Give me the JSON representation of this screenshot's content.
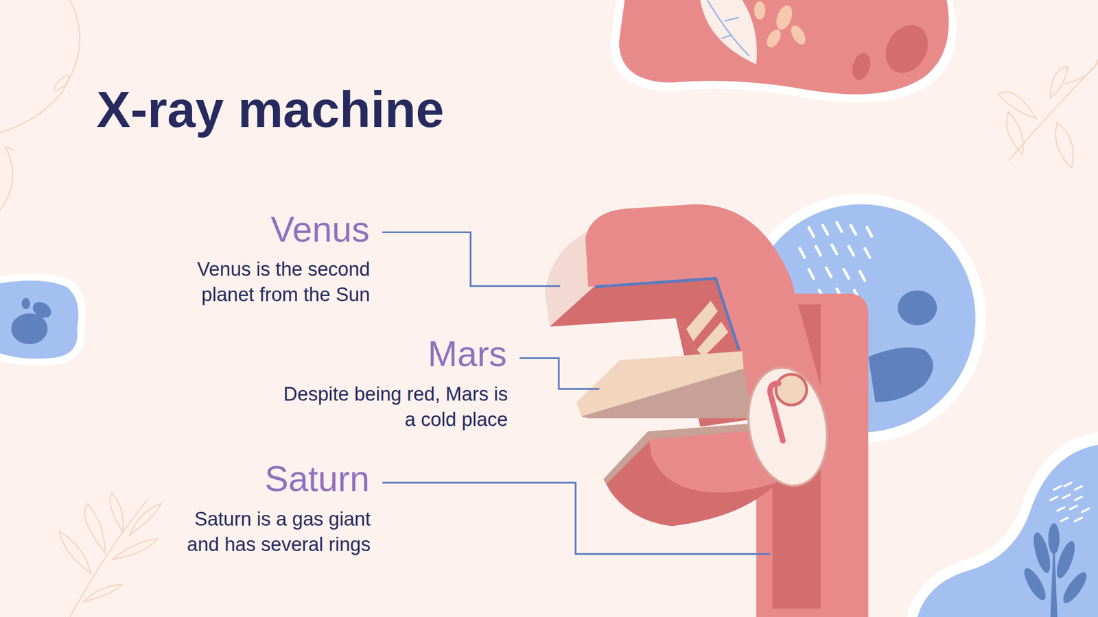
{
  "diagram": {
    "title": "X-ray machine",
    "labels": [
      "Venus",
      "Venus is the second planet from the Sun",
      "Mars",
      "Despite being red, Mars is a cold place",
      "Saturn",
      "Saturn is a gas giant and has several rings"
    ]
  }
}
